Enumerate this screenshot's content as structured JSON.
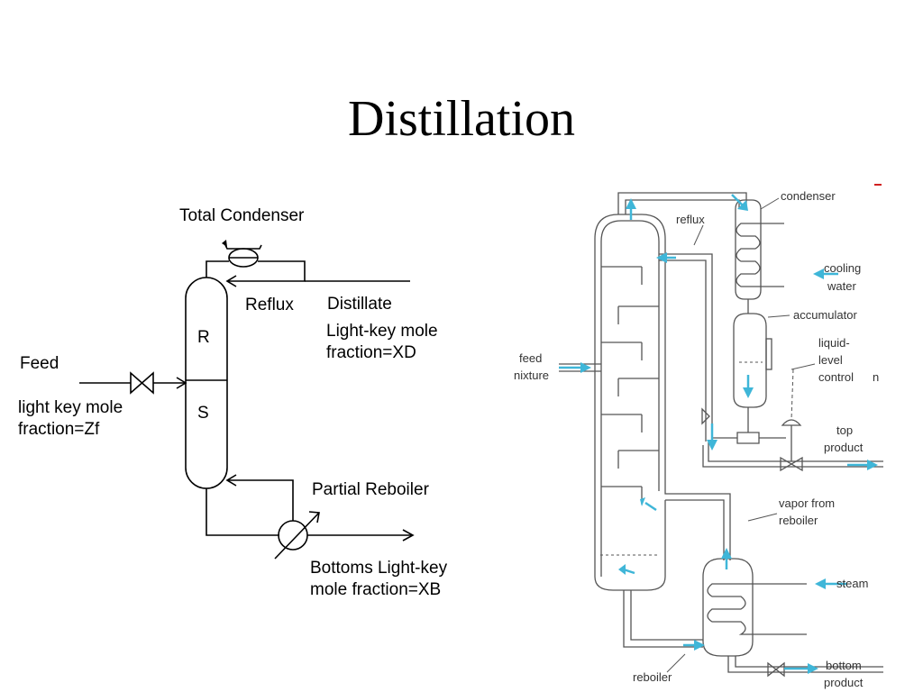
{
  "slide": {
    "title": "Distillation"
  },
  "left_diagram": {
    "condenser_label": "Total Condenser",
    "reflux_label": "Reflux",
    "distillate_label": "Distillate",
    "distillate_desc_1": "Light-key mole",
    "distillate_desc_2": "fraction=XD",
    "rectifying_label": "R",
    "stripping_label": "S",
    "feed_label": "Feed",
    "feed_desc_1": "light key mole",
    "feed_desc_2": "fraction=Zf",
    "reboiler_label": "Partial Reboiler",
    "bottoms_desc_1": "Bottoms Light-key",
    "bottoms_desc_2": "mole fraction=XB"
  },
  "right_diagram": {
    "condenser": "condenser",
    "reflux": "reflux",
    "cooling_1": "cooling",
    "cooling_2": "water",
    "accumulator": "accumulator",
    "llc_1": "liquid-",
    "llc_2": "level",
    "llc_3": "control",
    "feed_1": "feed",
    "feed_2": "nixture",
    "top_1": "top",
    "top_2": "product",
    "vapor_1": "vapor from",
    "vapor_2": "reboiler",
    "steam": "steam",
    "reboiler": "reboiler",
    "bottom_1": "bottom",
    "bottom_2": "product",
    "edge_mark": "n"
  },
  "colors": {
    "flow_arrow": "#3fb6d8",
    "line": "#000000",
    "pipe": "#555555",
    "accent_mark": "#d02020"
  }
}
